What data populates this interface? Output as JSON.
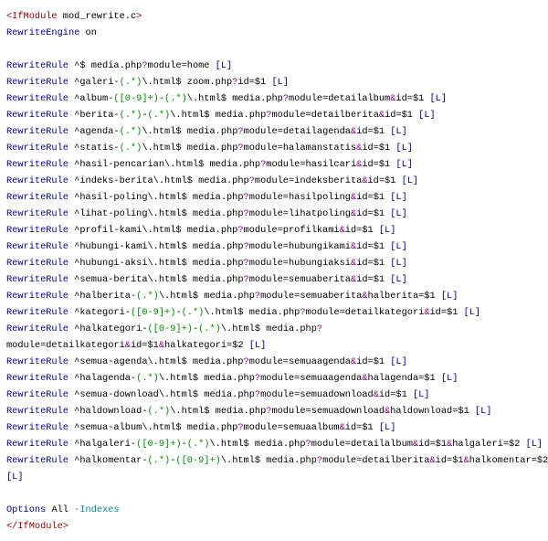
{
  "window": {
    "title": ""
  },
  "code": {
    "language": "apache",
    "lines": [
      [
        {
          "t": "<IfModule",
          "c": "d"
        },
        {
          "t": " mod_rewrite.c",
          "c": ""
        },
        {
          "t": ">",
          "c": "d"
        }
      ],
      [
        {
          "t": "RewriteEngine",
          "c": "kw"
        },
        {
          "t": " on",
          "c": ""
        }
      ],
      [],
      [
        {
          "t": "RewriteRule",
          "c": "kw"
        },
        {
          "t": " ^$ media.php",
          "c": ""
        },
        {
          "t": "?",
          "c": "op"
        },
        {
          "t": "module=home ",
          "c": ""
        },
        {
          "t": "[L]",
          "c": "fl"
        }
      ],
      [
        {
          "t": "RewriteRule",
          "c": "kw"
        },
        {
          "t": " ^galeri-",
          "c": ""
        },
        {
          "t": "(.*)",
          "c": "re"
        },
        {
          "t": "\\.html$ zoom.php",
          "c": ""
        },
        {
          "t": "?",
          "c": "op"
        },
        {
          "t": "id=$1 ",
          "c": ""
        },
        {
          "t": "[L]",
          "c": "fl"
        }
      ],
      [
        {
          "t": "RewriteRule",
          "c": "kw"
        },
        {
          "t": " ^album-",
          "c": ""
        },
        {
          "t": "([0-9]+)",
          "c": "re"
        },
        {
          "t": "-",
          "c": ""
        },
        {
          "t": "(.*)",
          "c": "re"
        },
        {
          "t": "\\.html$ media.php",
          "c": ""
        },
        {
          "t": "?",
          "c": "op"
        },
        {
          "t": "module=detailalbum",
          "c": ""
        },
        {
          "t": "&",
          "c": "op"
        },
        {
          "t": "id=$1 ",
          "c": ""
        },
        {
          "t": "[L]",
          "c": "fl"
        }
      ],
      [
        {
          "t": "RewriteRule",
          "c": "kw"
        },
        {
          "t": " ^berita-",
          "c": ""
        },
        {
          "t": "(.*)",
          "c": "re"
        },
        {
          "t": "-",
          "c": ""
        },
        {
          "t": "(.*)",
          "c": "re"
        },
        {
          "t": "\\.html$ media.php",
          "c": ""
        },
        {
          "t": "?",
          "c": "op"
        },
        {
          "t": "module=detailberita",
          "c": ""
        },
        {
          "t": "&",
          "c": "op"
        },
        {
          "t": "id=$1 ",
          "c": ""
        },
        {
          "t": "[L]",
          "c": "fl"
        }
      ],
      [
        {
          "t": "RewriteRule",
          "c": "kw"
        },
        {
          "t": " ^agenda-",
          "c": ""
        },
        {
          "t": "(.*)",
          "c": "re"
        },
        {
          "t": "\\.html$ media.php",
          "c": ""
        },
        {
          "t": "?",
          "c": "op"
        },
        {
          "t": "module=detailagenda",
          "c": ""
        },
        {
          "t": "&",
          "c": "op"
        },
        {
          "t": "id=$1 ",
          "c": ""
        },
        {
          "t": "[L]",
          "c": "fl"
        }
      ],
      [
        {
          "t": "RewriteRule",
          "c": "kw"
        },
        {
          "t": " ^statis-",
          "c": ""
        },
        {
          "t": "(.*)",
          "c": "re"
        },
        {
          "t": "\\.html$ media.php",
          "c": ""
        },
        {
          "t": "?",
          "c": "op"
        },
        {
          "t": "module=halamanstatis",
          "c": ""
        },
        {
          "t": "&",
          "c": "op"
        },
        {
          "t": "id=$1 ",
          "c": ""
        },
        {
          "t": "[L]",
          "c": "fl"
        }
      ],
      [
        {
          "t": "RewriteRule",
          "c": "kw"
        },
        {
          "t": " ^hasil-pencarian\\.html$ media.php",
          "c": ""
        },
        {
          "t": "?",
          "c": "op"
        },
        {
          "t": "module=hasilcari",
          "c": ""
        },
        {
          "t": "&",
          "c": "op"
        },
        {
          "t": "id=$1 ",
          "c": ""
        },
        {
          "t": "[L]",
          "c": "fl"
        }
      ],
      [
        {
          "t": "RewriteRule",
          "c": "kw"
        },
        {
          "t": " ^indeks-berita\\.html$ media.php",
          "c": ""
        },
        {
          "t": "?",
          "c": "op"
        },
        {
          "t": "module=indeksberita",
          "c": ""
        },
        {
          "t": "&",
          "c": "op"
        },
        {
          "t": "id=$1 ",
          "c": ""
        },
        {
          "t": "[L]",
          "c": "fl"
        }
      ],
      [
        {
          "t": "RewriteRule",
          "c": "kw"
        },
        {
          "t": " ^hasil-poling\\.html$ media.php",
          "c": ""
        },
        {
          "t": "?",
          "c": "op"
        },
        {
          "t": "module=hasilpoling",
          "c": ""
        },
        {
          "t": "&",
          "c": "op"
        },
        {
          "t": "id=$1 ",
          "c": ""
        },
        {
          "t": "[L]",
          "c": "fl"
        }
      ],
      [
        {
          "t": "RewriteRule",
          "c": "kw"
        },
        {
          "t": " ^lihat-poling\\.html$ media.php",
          "c": ""
        },
        {
          "t": "?",
          "c": "op"
        },
        {
          "t": "module=lihatpoling",
          "c": ""
        },
        {
          "t": "&",
          "c": "op"
        },
        {
          "t": "id=$1 ",
          "c": ""
        },
        {
          "t": "[L]",
          "c": "fl"
        }
      ],
      [
        {
          "t": "RewriteRule",
          "c": "kw"
        },
        {
          "t": " ^profil-kami\\.html$ media.php",
          "c": ""
        },
        {
          "t": "?",
          "c": "op"
        },
        {
          "t": "module=profilkami",
          "c": ""
        },
        {
          "t": "&",
          "c": "op"
        },
        {
          "t": "id=$1 ",
          "c": ""
        },
        {
          "t": "[L]",
          "c": "fl"
        }
      ],
      [
        {
          "t": "RewriteRule",
          "c": "kw"
        },
        {
          "t": " ^hubungi-kami\\.html$ media.php",
          "c": ""
        },
        {
          "t": "?",
          "c": "op"
        },
        {
          "t": "module=hubungikami",
          "c": ""
        },
        {
          "t": "&",
          "c": "op"
        },
        {
          "t": "id=$1 ",
          "c": ""
        },
        {
          "t": "[L]",
          "c": "fl"
        }
      ],
      [
        {
          "t": "RewriteRule",
          "c": "kw"
        },
        {
          "t": " ^hubungi-aksi\\.html$ media.php",
          "c": ""
        },
        {
          "t": "?",
          "c": "op"
        },
        {
          "t": "module=hubungiaksi",
          "c": ""
        },
        {
          "t": "&",
          "c": "op"
        },
        {
          "t": "id=$1 ",
          "c": ""
        },
        {
          "t": "[L]",
          "c": "fl"
        }
      ],
      [
        {
          "t": "RewriteRule",
          "c": "kw"
        },
        {
          "t": " ^semua-berita\\.html$ media.php",
          "c": ""
        },
        {
          "t": "?",
          "c": "op"
        },
        {
          "t": "module=semuaberita",
          "c": ""
        },
        {
          "t": "&",
          "c": "op"
        },
        {
          "t": "id=$1 ",
          "c": ""
        },
        {
          "t": "[L]",
          "c": "fl"
        }
      ],
      [
        {
          "t": "RewriteRule",
          "c": "kw"
        },
        {
          "t": " ^halberita-",
          "c": ""
        },
        {
          "t": "(.*)",
          "c": "re"
        },
        {
          "t": "\\.html$ media.php",
          "c": ""
        },
        {
          "t": "?",
          "c": "op"
        },
        {
          "t": "module=semuaberita",
          "c": ""
        },
        {
          "t": "&",
          "c": "op"
        },
        {
          "t": "halberita=$1 ",
          "c": ""
        },
        {
          "t": "[L]",
          "c": "fl"
        }
      ],
      [
        {
          "t": "RewriteRule",
          "c": "kw"
        },
        {
          "t": " ^kategori-",
          "c": ""
        },
        {
          "t": "([0-9]+)",
          "c": "re"
        },
        {
          "t": "-",
          "c": ""
        },
        {
          "t": "(.*)",
          "c": "re"
        },
        {
          "t": "\\.html$ media.php",
          "c": ""
        },
        {
          "t": "?",
          "c": "op"
        },
        {
          "t": "module=detailkategori",
          "c": ""
        },
        {
          "t": "&",
          "c": "op"
        },
        {
          "t": "id=$1 ",
          "c": ""
        },
        {
          "t": "[L]",
          "c": "fl"
        }
      ],
      [
        {
          "t": "RewriteRule",
          "c": "kw"
        },
        {
          "t": " ^halkategori-",
          "c": ""
        },
        {
          "t": "([0-9]+)",
          "c": "re"
        },
        {
          "t": "-",
          "c": ""
        },
        {
          "t": "(.*)",
          "c": "re"
        },
        {
          "t": "\\.html$ media.php",
          "c": ""
        },
        {
          "t": "?",
          "c": "op"
        }
      ],
      [
        {
          "t": "module=detailkategori",
          "c": ""
        },
        {
          "t": "&",
          "c": "op"
        },
        {
          "t": "id=$1",
          "c": ""
        },
        {
          "t": "&",
          "c": "op"
        },
        {
          "t": "halkategori=$2 ",
          "c": ""
        },
        {
          "t": "[L]",
          "c": "fl"
        }
      ],
      [
        {
          "t": "RewriteRule",
          "c": "kw"
        },
        {
          "t": " ^semua-agenda\\.html$ media.php",
          "c": ""
        },
        {
          "t": "?",
          "c": "op"
        },
        {
          "t": "module=semuaagenda",
          "c": ""
        },
        {
          "t": "&",
          "c": "op"
        },
        {
          "t": "id=$1 ",
          "c": ""
        },
        {
          "t": "[L]",
          "c": "fl"
        }
      ],
      [
        {
          "t": "RewriteRule",
          "c": "kw"
        },
        {
          "t": " ^halagenda-",
          "c": ""
        },
        {
          "t": "(.*)",
          "c": "re"
        },
        {
          "t": "\\.html$ media.php",
          "c": ""
        },
        {
          "t": "?",
          "c": "op"
        },
        {
          "t": "module=semuaagenda",
          "c": ""
        },
        {
          "t": "&",
          "c": "op"
        },
        {
          "t": "halagenda=$1 ",
          "c": ""
        },
        {
          "t": "[L]",
          "c": "fl"
        }
      ],
      [
        {
          "t": "RewriteRule",
          "c": "kw"
        },
        {
          "t": " ^semua-download\\.html$ media.php",
          "c": ""
        },
        {
          "t": "?",
          "c": "op"
        },
        {
          "t": "module=semuadownload",
          "c": ""
        },
        {
          "t": "&",
          "c": "op"
        },
        {
          "t": "id=$1 ",
          "c": ""
        },
        {
          "t": "[L]",
          "c": "fl"
        }
      ],
      [
        {
          "t": "RewriteRule",
          "c": "kw"
        },
        {
          "t": " ^haldownload-",
          "c": ""
        },
        {
          "t": "(.*)",
          "c": "re"
        },
        {
          "t": "\\.html$ media.php",
          "c": ""
        },
        {
          "t": "?",
          "c": "op"
        },
        {
          "t": "module=semuadownload",
          "c": ""
        },
        {
          "t": "&",
          "c": "op"
        },
        {
          "t": "haldownload=$1 ",
          "c": ""
        },
        {
          "t": "[L]",
          "c": "fl"
        }
      ],
      [
        {
          "t": "RewriteRule",
          "c": "kw"
        },
        {
          "t": " ^semua-album\\.html$ media.php",
          "c": ""
        },
        {
          "t": "?",
          "c": "op"
        },
        {
          "t": "module=semuaalbum",
          "c": ""
        },
        {
          "t": "&",
          "c": "op"
        },
        {
          "t": "id=$1 ",
          "c": ""
        },
        {
          "t": "[L]",
          "c": "fl"
        }
      ],
      [
        {
          "t": "RewriteRule",
          "c": "kw"
        },
        {
          "t": " ^halgaleri-",
          "c": ""
        },
        {
          "t": "([0-9]+)",
          "c": "re"
        },
        {
          "t": "-",
          "c": ""
        },
        {
          "t": "(.*)",
          "c": "re"
        },
        {
          "t": "\\.html$ media.php",
          "c": ""
        },
        {
          "t": "?",
          "c": "op"
        },
        {
          "t": "module=detailalbum",
          "c": ""
        },
        {
          "t": "&",
          "c": "op"
        },
        {
          "t": "id=$1",
          "c": ""
        },
        {
          "t": "&",
          "c": "op"
        },
        {
          "t": "halgaleri=$2 ",
          "c": ""
        },
        {
          "t": "[L]",
          "c": "fl"
        }
      ],
      [
        {
          "t": "RewriteRule",
          "c": "kw"
        },
        {
          "t": " ^halkomentar-",
          "c": ""
        },
        {
          "t": "(.*)",
          "c": "re"
        },
        {
          "t": "-",
          "c": ""
        },
        {
          "t": "([0-9]+)",
          "c": "re"
        },
        {
          "t": "\\.html$ media.php",
          "c": ""
        },
        {
          "t": "?",
          "c": "op"
        },
        {
          "t": "module=detailberita",
          "c": ""
        },
        {
          "t": "&",
          "c": "op"
        },
        {
          "t": "id=$1",
          "c": ""
        },
        {
          "t": "&",
          "c": "op"
        },
        {
          "t": "halkomentar=$2",
          "c": ""
        }
      ],
      [
        {
          "t": "[L]",
          "c": "fl"
        }
      ],
      [],
      [
        {
          "t": "Options",
          "c": "kw"
        },
        {
          "t": " All ",
          "c": ""
        },
        {
          "t": "-Indexes",
          "c": "ix"
        }
      ],
      [
        {
          "t": "</IfModule>",
          "c": "d"
        }
      ]
    ]
  }
}
